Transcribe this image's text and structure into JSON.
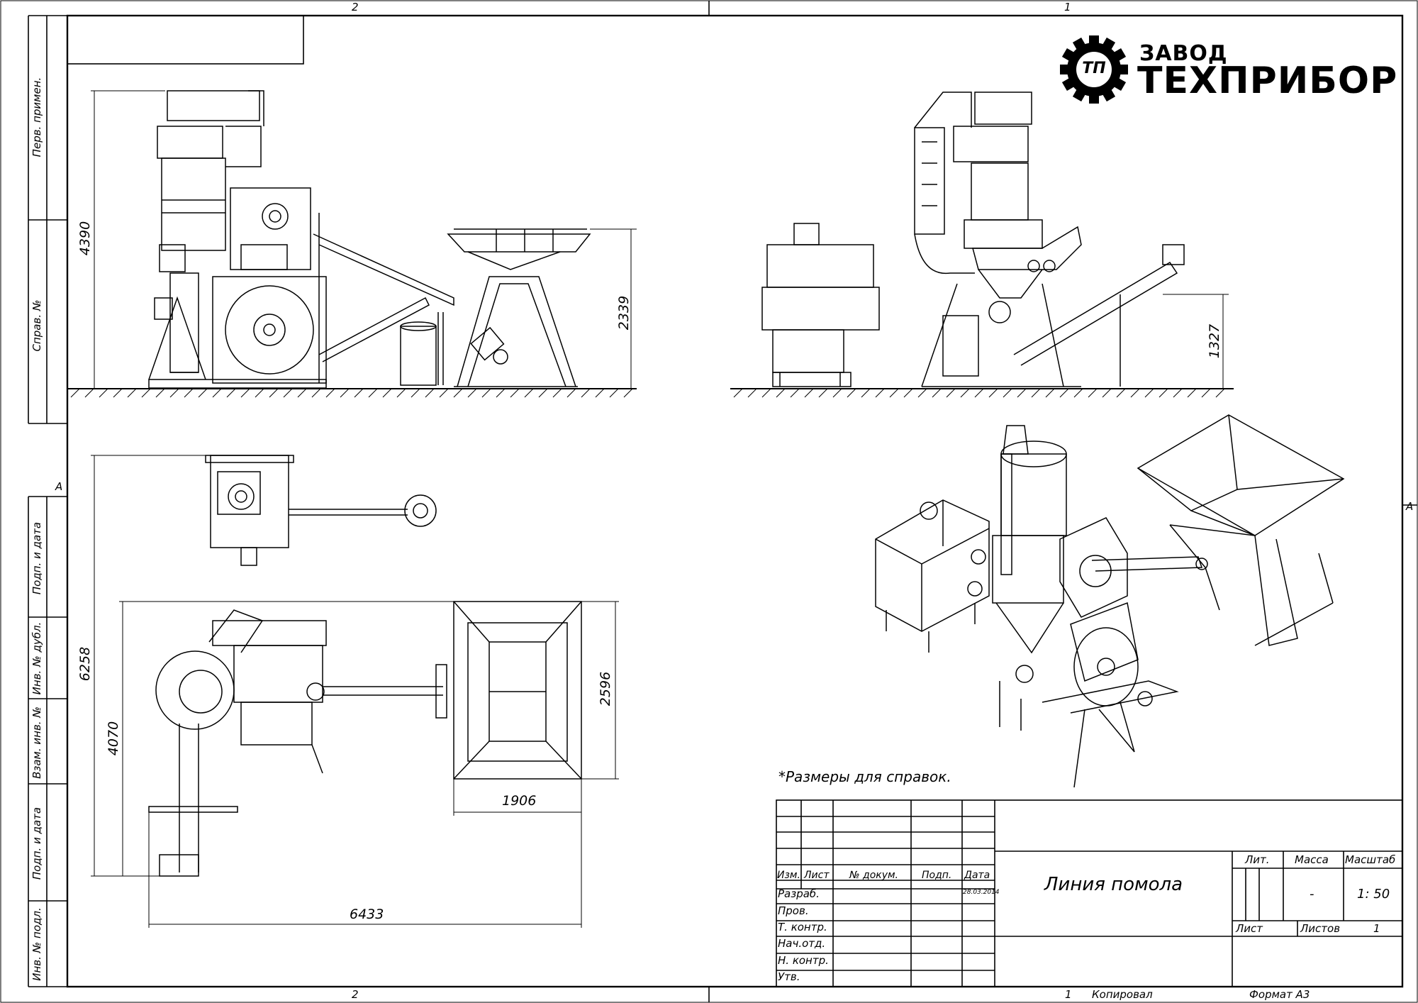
{
  "zones": {
    "top_left": "2",
    "top_right": "1",
    "bottom_left": "2",
    "right_a": "A",
    "left_a": "A"
  },
  "logo": {
    "line1": "ЗАВОД",
    "line2": "ТЕХПРИБОР",
    "emblem": "ТП"
  },
  "side_stamp": {
    "perv_primen": "Перв. примен.",
    "sprav_no": "Справ. №",
    "podp_data_1": "Подп. и дата",
    "inv_dubl": "Инв. № дубл.",
    "vzam_inv": "Взам. инв. №",
    "podp_data_2": "Подп. и дата",
    "inv_podl": "Инв. № подл."
  },
  "dimensions": {
    "h_4390": "4390",
    "h_2339": "2339",
    "h_1327": "1327",
    "h_6258": "6258",
    "h_4070": "4070",
    "h_2596": "2596",
    "w_1906": "1906",
    "w_6433": "6433"
  },
  "note": "*Размеры для справок.",
  "title_block": {
    "header": {
      "izm": "Изм.",
      "list": "Лист",
      "doc_no": "№ докум.",
      "podp": "Подп.",
      "data": "Дата"
    },
    "rows": {
      "razrab": "Разраб.",
      "razrab_date": "28.03.2014",
      "prov": "Пров.",
      "t_kontr": "Т. контр.",
      "nach_otd": "Нач.отд.",
      "n_kontr": "Н. контр.",
      "utv": "Утв."
    },
    "title": "Линия помола",
    "lit": "Лит.",
    "massa": "Масса",
    "masshtab": "Масштаб",
    "massa_value": "-",
    "scale_value": "1: 50",
    "list_label": "Лист",
    "listov_label": "Листов",
    "listov_value": "1"
  },
  "footer": {
    "zone": "1",
    "kopiroval": "Копировал",
    "format": "Формат А3"
  }
}
